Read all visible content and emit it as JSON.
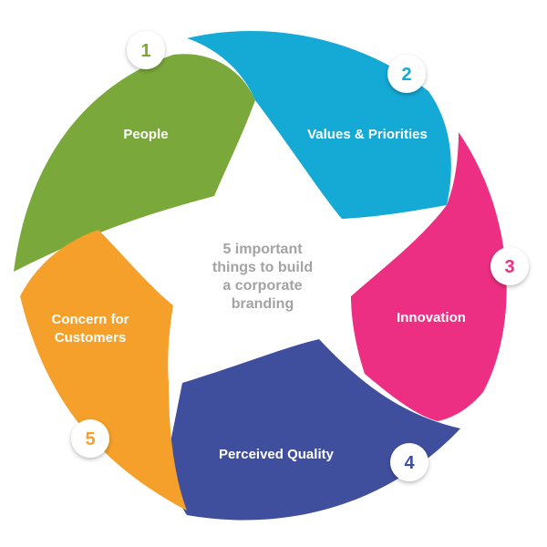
{
  "diagram": {
    "center_lines": [
      "5 important",
      "things to build",
      "a corporate",
      "branding"
    ],
    "segments": [
      {
        "number": "1",
        "label_lines": [
          "People"
        ],
        "color": "#7aa83b"
      },
      {
        "number": "2",
        "label_lines": [
          "Values & Priorities"
        ],
        "color": "#15a9d6"
      },
      {
        "number": "3",
        "label_lines": [
          "Innovation"
        ],
        "color": "#ec2f82"
      },
      {
        "number": "4",
        "label_lines": [
          "Perceived Quality"
        ],
        "color": "#3f4f9d"
      },
      {
        "number": "5",
        "label_lines": [
          "Concern for",
          "Customers"
        ],
        "color": "#f5a02a"
      }
    ]
  }
}
